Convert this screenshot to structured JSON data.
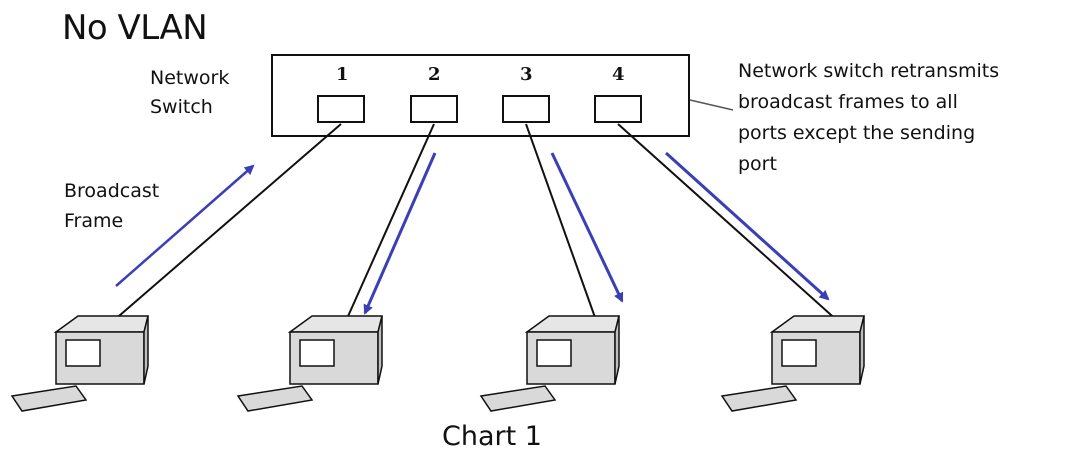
{
  "title": "No VLAN",
  "switch_label_lines": [
    "Network",
    "Switch"
  ],
  "ports": [
    "1",
    "2",
    "3",
    "4"
  ],
  "frame_label_lines": [
    "Broadcast",
    "Frame"
  ],
  "note_lines": [
    "Network switch retransmits",
    "broadcast frames to  all",
    "ports except the sending",
    "port"
  ],
  "caption": "Chart 1",
  "colors": {
    "arrow": "#3a3fb6",
    "line": "#111111",
    "computer_body": "#d9d9d9",
    "screen": "#ffffff"
  }
}
